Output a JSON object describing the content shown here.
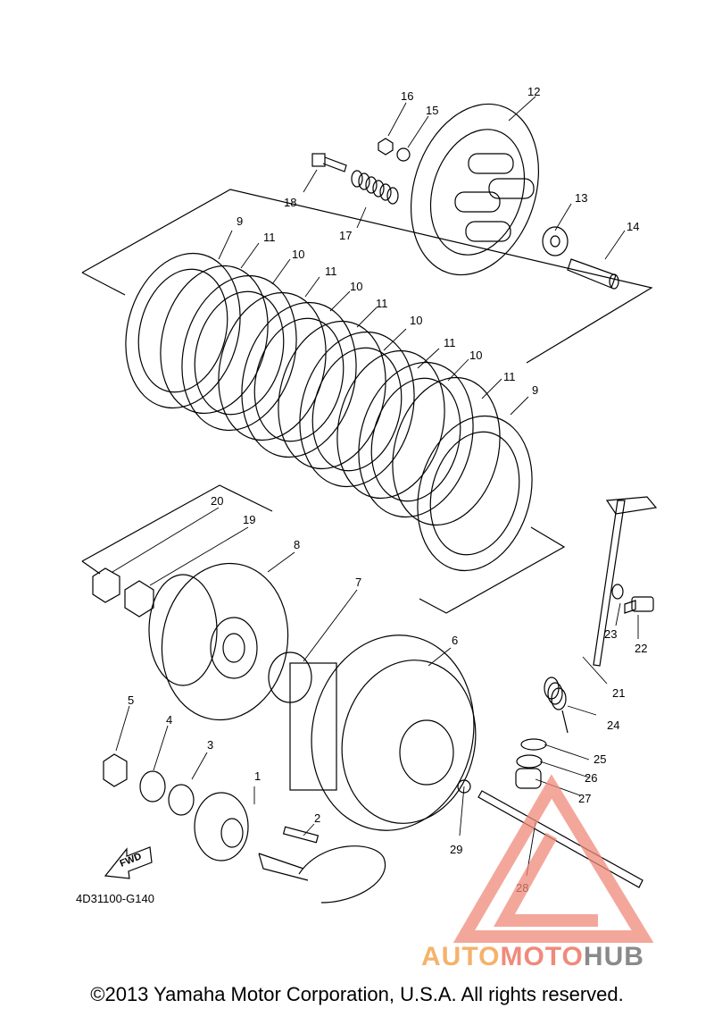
{
  "diagram": {
    "part_code": "4D31100-G140",
    "fwd_label": "FWD",
    "callouts": [
      "1",
      "2",
      "3",
      "4",
      "5",
      "6",
      "7",
      "8",
      "9",
      "9",
      "10",
      "10",
      "10",
      "10",
      "11",
      "11",
      "11",
      "11",
      "11",
      "12",
      "13",
      "14",
      "15",
      "16",
      "17",
      "18",
      "19",
      "20",
      "21",
      "22",
      "23",
      "24",
      "25",
      "26",
      "27",
      "28",
      "29"
    ]
  },
  "footer": {
    "copyright": "©2013 Yamaha Motor Corporation, U.S.A. All rights reserved."
  },
  "watermark": {
    "part1": "AUTO",
    "part2": "MOTO",
    "part3": "HUB",
    "colors": {
      "auto": "#f5b26b",
      "moto": "#f08a7a",
      "hub": "#8a8a8a",
      "triangle": "#f08a7a"
    }
  }
}
